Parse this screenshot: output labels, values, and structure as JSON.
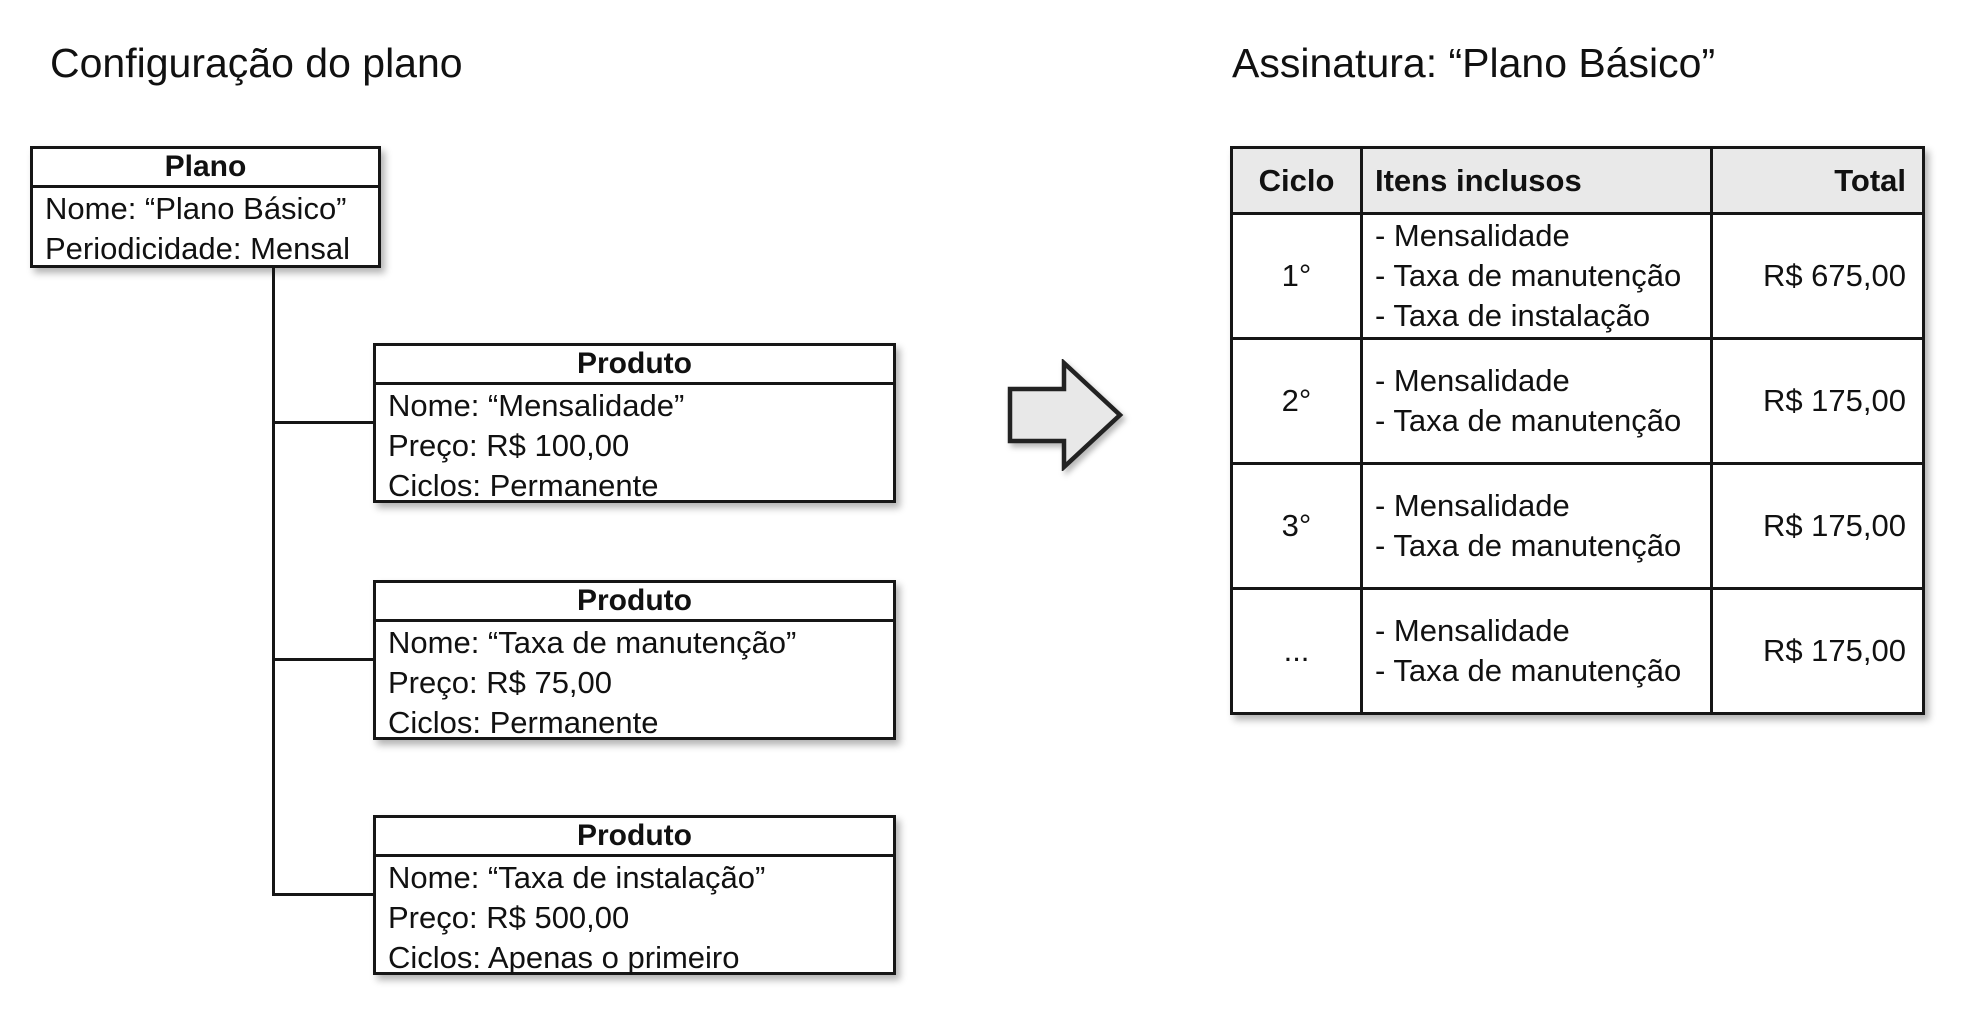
{
  "left": {
    "title": "Configuração do plano",
    "plan_box": {
      "header": "Plano",
      "lines": [
        "Nome: “Plano Básico”",
        "Periodicidade: Mensal"
      ]
    },
    "product_boxes": [
      {
        "header": "Produto",
        "lines": [
          "Nome: “Mensalidade”",
          "Preço: R$ 100,00",
          "Ciclos: Permanente"
        ]
      },
      {
        "header": "Produto",
        "lines": [
          "Nome: “Taxa de manutenção”",
          "Preço: R$ 75,00",
          "Ciclos: Permanente"
        ]
      },
      {
        "header": "Produto",
        "lines": [
          "Nome: “Taxa de instalação”",
          "Preço: R$ 500,00",
          "Ciclos: Apenas o primeiro"
        ]
      }
    ]
  },
  "arrow": {
    "icon": "right-block-arrow"
  },
  "right": {
    "title": "Assinatura: “Plano Básico”",
    "table": {
      "columns": [
        "Ciclo",
        "Itens inclusos",
        "Total"
      ],
      "rows": [
        {
          "ciclo": "1°",
          "itens": [
            "- Mensalidade",
            "- Taxa de manutenção",
            "- Taxa de instalação"
          ],
          "total": "R$ 675,00"
        },
        {
          "ciclo": "2°",
          "itens": [
            "- Mensalidade",
            "- Taxa de manutenção"
          ],
          "total": "R$ 175,00"
        },
        {
          "ciclo": "3°",
          "itens": [
            "- Mensalidade",
            "- Taxa de manutenção"
          ],
          "total": "R$ 175,00"
        },
        {
          "ciclo": "...",
          "itens": [
            "- Mensalidade",
            "- Taxa de manutenção"
          ],
          "total": "R$ 175,00"
        }
      ]
    }
  },
  "colors": {
    "background": "#ffffff",
    "text": "#111111",
    "border": "#161616",
    "table_header_bg": "#e9e9e9",
    "arrow_fill": "#e8e8e8"
  }
}
